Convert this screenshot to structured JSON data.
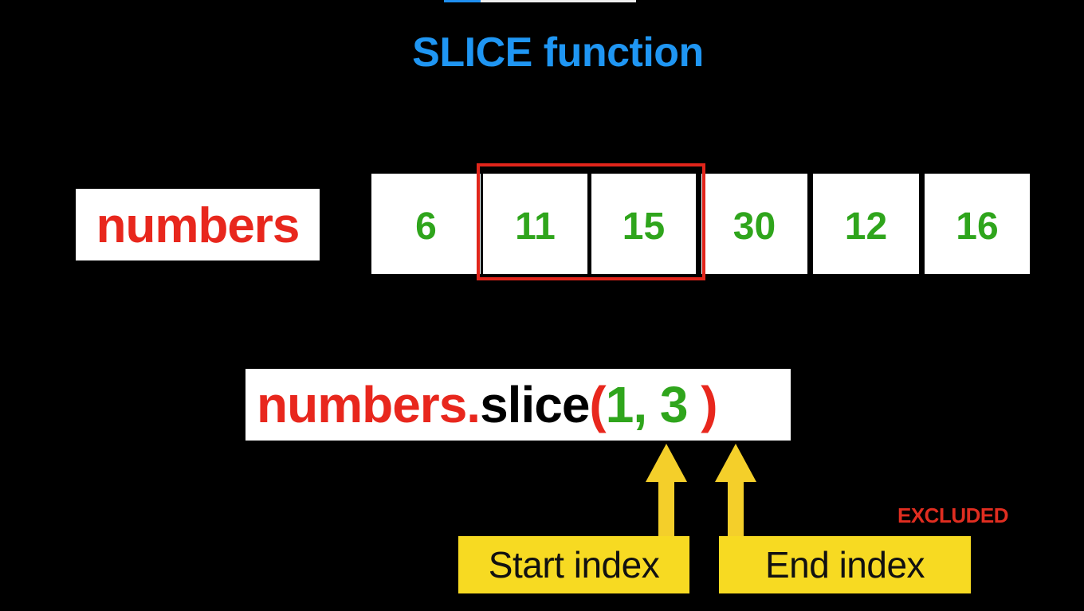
{
  "title": "SLICE function",
  "array": {
    "name": "numbers",
    "values": [
      "6",
      "11",
      "15",
      "30",
      "12",
      "16"
    ],
    "highlighted_indices": [
      1,
      2
    ]
  },
  "code": {
    "object": "numbers.",
    "method": "slice",
    "open_paren": "(",
    "start": "1",
    "comma": ", ",
    "end": "3",
    "close_paren": " )"
  },
  "labels": {
    "start": "Start index",
    "end": "End index",
    "excluded": "EXCLUDED"
  },
  "colors": {
    "title": "#1f96f3",
    "name": "#e8271d",
    "value": "#2fa51c",
    "highlight_border": "#e1251b",
    "label_bg": "#f7da22",
    "arrow": "#f4cf2a",
    "background": "#000000"
  },
  "icons": {
    "start_pointer": "arrow-up-icon",
    "end_pointer": "arrow-up-icon"
  }
}
